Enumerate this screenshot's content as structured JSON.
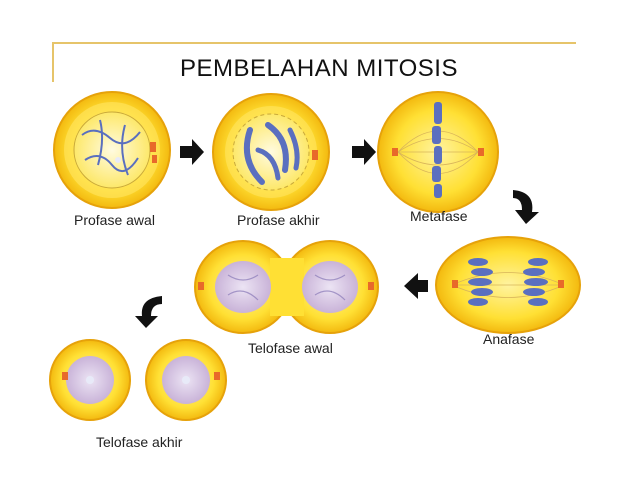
{
  "title": "PEMBELAHAN MITOSIS",
  "stages": [
    {
      "label": "Profase awal"
    },
    {
      "label": "Profase akhir"
    },
    {
      "label": "Metafase"
    },
    {
      "label": "Anafase"
    },
    {
      "label": "Telofase awal"
    },
    {
      "label": "Telofase akhir"
    }
  ],
  "colors": {
    "cell_outer": "#f7d21c",
    "cell_inner": "#ffe15a",
    "nucleus": "#fff6a8",
    "chromosome": "#5a6fbf",
    "arrow": "#111111",
    "frame": "#e6c46a",
    "centriole": "#e8692a"
  },
  "arrows": [
    {
      "direction": "right"
    },
    {
      "direction": "right"
    },
    {
      "direction": "down-curve"
    },
    {
      "direction": "left"
    },
    {
      "direction": "down-curve"
    }
  ]
}
